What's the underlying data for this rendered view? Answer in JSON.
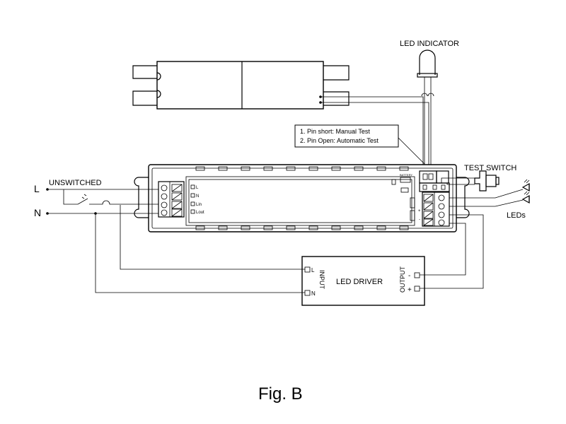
{
  "labels": {
    "led_indicator": "LED INDICATOR",
    "test_switch": "TEST SWITCH",
    "leds": "LEDs",
    "unswitched": "UNSWITCHED",
    "line_L": "L",
    "neutral_N": "N",
    "note_line1": "1. Pin short: Manual Test",
    "note_line2": "2. Pin Open: Automatic Test",
    "driver_title": "LED DRIVER",
    "driver_input": "INPUT",
    "driver_output": "OUTPUT",
    "driver_in_L": "L",
    "driver_in_N": "N",
    "driver_out_neg": "-",
    "driver_out_pos": "+",
    "module_L": "L",
    "module_N": "N",
    "module_Lin": "Lin",
    "module_Lout": "Lout",
    "module_battery": "BATTERY",
    "module_plus": "+",
    "module_minus": "-",
    "figure_caption": "Fig. B"
  }
}
